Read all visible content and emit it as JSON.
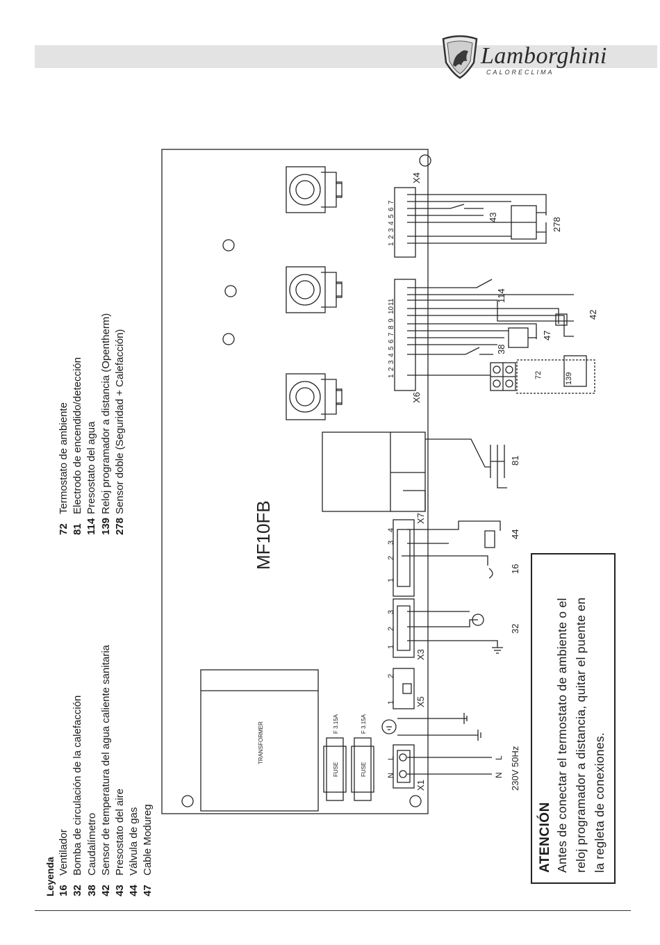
{
  "brand": {
    "name": "Lamborghini",
    "sub": "CALORECLIMA"
  },
  "board": {
    "model": "MF10FB"
  },
  "connectors": {
    "x1": "X1",
    "x3": "X3",
    "x4": "X4",
    "x5": "X5",
    "x6": "X6",
    "x7": "X7",
    "x1_pins": [
      "N",
      "L"
    ],
    "x5_pins": [
      "1",
      "2"
    ],
    "x3_pins": [
      "1",
      "2",
      "3"
    ],
    "x7_pins": [
      "1",
      "2",
      "3",
      "4"
    ],
    "x6_pins": [
      "1",
      "2",
      "3",
      "4",
      "5",
      "6",
      "7",
      "8",
      "9",
      "10",
      "11"
    ],
    "x4_pins": [
      "1",
      "2",
      "3",
      "4",
      "5",
      "6",
      "7"
    ]
  },
  "components": {
    "transformer": "TRANSFORMER",
    "fuse": "FUSE",
    "fuse_rating": "F 3.15A",
    "supply": "230V 50Hz",
    "supply_n": "N",
    "supply_l": "L"
  },
  "callouts": [
    "16",
    "32",
    "38",
    "42",
    "43",
    "44",
    "47",
    "72",
    "81",
    "114",
    "139",
    "278"
  ],
  "legend": {
    "title": "Leyenda",
    "items": [
      {
        "num": "16",
        "text": "Ventilador"
      },
      {
        "num": "32",
        "text": "Bomba de circulación de la calefacción"
      },
      {
        "num": "38",
        "text": "Caudalímetro"
      },
      {
        "num": "42",
        "text": "Sensor de temperatura del agua caliente sanitaria"
      },
      {
        "num": "43",
        "text": "Presostato del aire"
      },
      {
        "num": "44",
        "text": "Válvula de gas"
      },
      {
        "num": "47",
        "text": "Cable Modureg"
      },
      {
        "num": "72",
        "text": "Termostato de ambiente"
      },
      {
        "num": "81",
        "text": "Electrodo de encendido/detección"
      },
      {
        "num": "114",
        "text": "Presostato del agua"
      },
      {
        "num": "139",
        "text": "Reloj programador a distancia (Opentherm)"
      },
      {
        "num": "278",
        "text": "Sensor doble (Seguridad + Calefacción)"
      }
    ]
  },
  "attention": {
    "title": "ATENCIÓN",
    "lines": [
      "Antes de conectar el termostato de ambiente o el",
      "reloj programador a distancia, quitar el puente en",
      "la regleta de conexiones."
    ]
  }
}
